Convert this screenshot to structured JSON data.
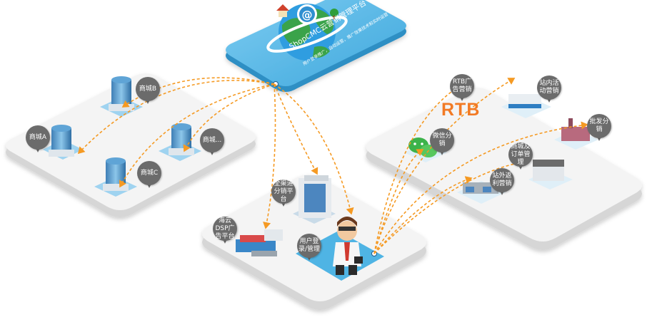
{
  "platform": {
    "title": "ShopCMC云营销管理平台",
    "subtitle": "用户登录推广，自动运营，推广效果技术和实时运营"
  },
  "left_island": {
    "tags": [
      "商城A",
      "商城B",
      "商城C",
      "商城..."
    ]
  },
  "center_island": {
    "tags": [
      "全渠道分销平台",
      "海云DSP广告平台",
      "用户登录/管理"
    ]
  },
  "right_island": {
    "tags": [
      "RTB广告营销",
      "站内活动营销",
      "批发分销",
      "微信分销",
      "商城及订单管理",
      "站外返利营销"
    ],
    "rtb_logo": "RTB"
  },
  "colors": {
    "island_top": "#f4f4f4",
    "island_side": "#d6d6d6",
    "platform_blue": "#4fb4e4",
    "tile_blue": "#9fd3f0",
    "arrow_orange": "#f59a23",
    "tag_gray": "#6b6b6b"
  }
}
